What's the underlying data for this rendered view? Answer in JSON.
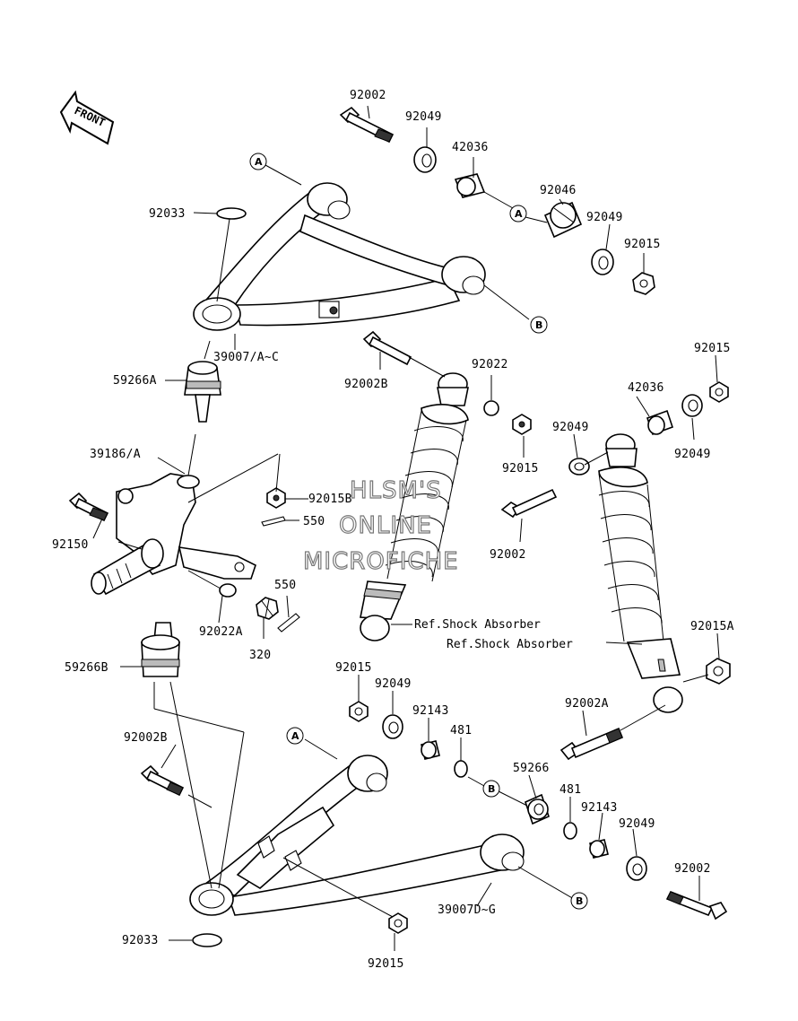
{
  "front_indicator": {
    "text": "FRONT"
  },
  "watermark": {
    "line1": "HLSM'S",
    "line2": "ONLINE",
    "line3": "MICROFICHE"
  },
  "callouts": {
    "a": "A",
    "b": "B"
  },
  "labels": {
    "p92002_top": "92002",
    "p92049_top": "92049",
    "p42036_top": "42036",
    "p92046": "92046",
    "p92049_mid": "92049",
    "p92015_top": "92015",
    "p92033_top": "92033",
    "p39007_ac": "39007/A~C",
    "p59266a": "59266A",
    "p92002b_top": "92002B",
    "p92022": "92022",
    "p92015_r": "92015",
    "p42036_r": "42036",
    "p92015_shock": "92015",
    "p92049_shock_l": "92049",
    "p92049_shock_r": "92049",
    "p39186a": "39186/A",
    "p92015b": "92015B",
    "p550_a": "550",
    "p92150": "92150",
    "p92002_mid": "92002",
    "p550_b": "550",
    "p92022a": "92022A",
    "p320": "320",
    "ref_shock_1": "Ref.Shock Absorber",
    "ref_shock_2": "Ref.Shock Absorber",
    "p92015a": "92015A",
    "p59266b": "59266B",
    "p92015_low": "92015",
    "p92049_low": "92049",
    "p92143_low": "92143",
    "p481_low": "481",
    "p92002a": "92002A",
    "p92002b_low": "92002B",
    "p59266": "59266",
    "p481_r": "481",
    "p92143_r": "92143",
    "p92049_r": "92049",
    "p92002_low": "92002",
    "p39007_dg": "39007D~G",
    "p92033_low": "92033",
    "p92015_bottom": "92015"
  }
}
